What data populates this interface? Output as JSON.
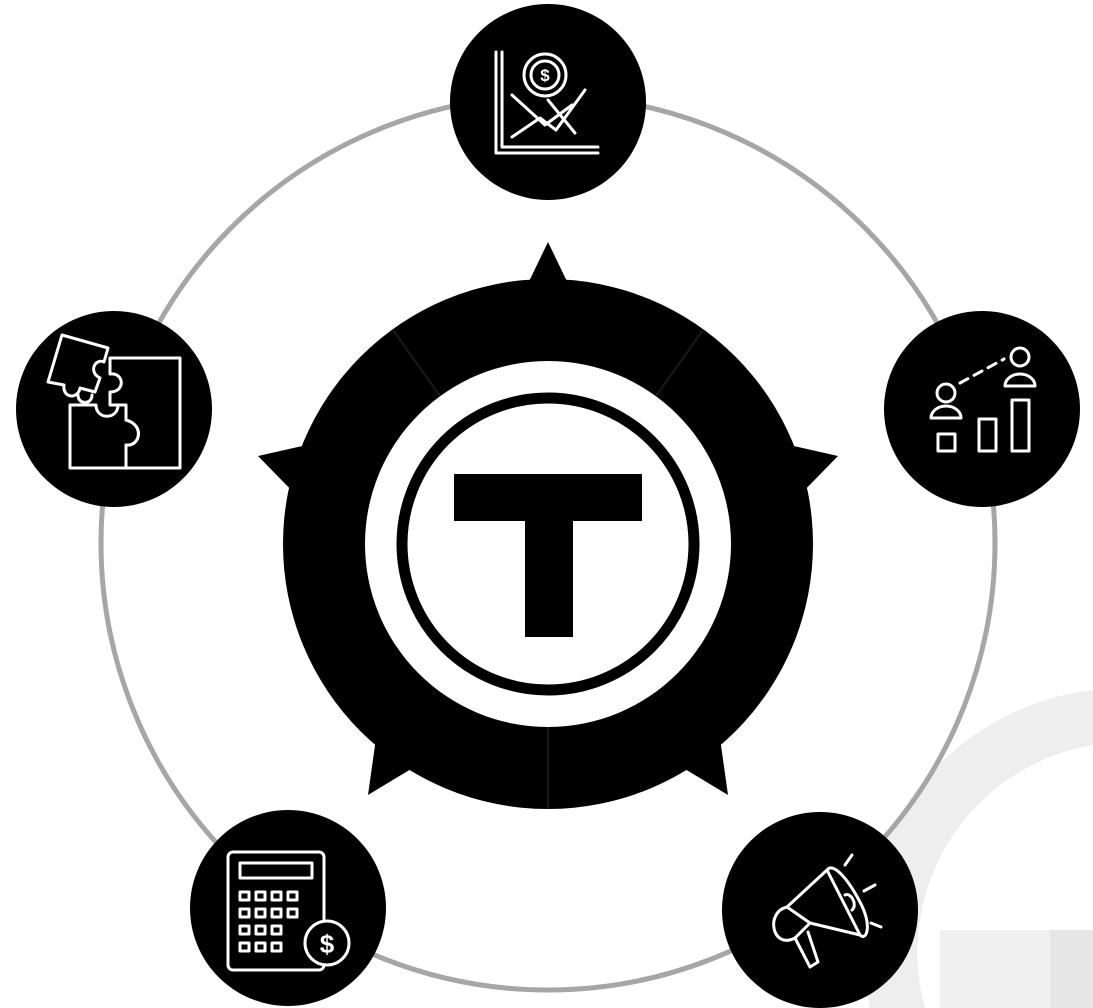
{
  "diagram": {
    "center": {
      "logo_letter": "T",
      "logo_icon": "t-logo-icon"
    },
    "nodes": [
      {
        "id": "top",
        "icon": "revenue-growth-chart-icon"
      },
      {
        "id": "right",
        "icon": "career-progress-icon"
      },
      {
        "id": "bottom-right",
        "icon": "megaphone-icon"
      },
      {
        "id": "bottom-left",
        "icon": "calculator-dollar-icon"
      },
      {
        "id": "left",
        "icon": "puzzle-pieces-icon"
      }
    ]
  },
  "colors": {
    "ring": "#a6a6a6",
    "node_fill": "#000000",
    "icon_stroke": "#ffffff",
    "hub_fill": "#000000",
    "watermark": "#eeeeee"
  }
}
